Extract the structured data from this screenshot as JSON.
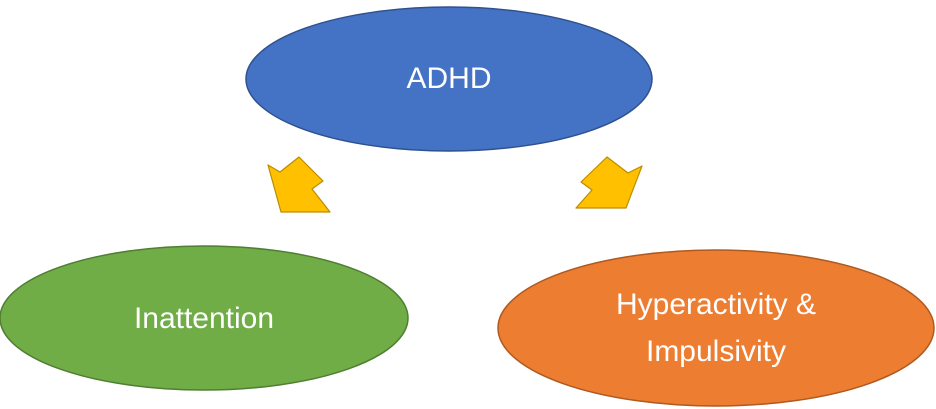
{
  "nodes": {
    "root": {
      "label": "ADHD",
      "color": "#4472C4",
      "border": "#2F528F"
    },
    "left": {
      "label": "Inattention",
      "color": "#70AD47",
      "border": "#507E32"
    },
    "right": {
      "label_line1": "Hyperactivity &",
      "label_line2": "Impulsivity",
      "color": "#ED7D31",
      "border": "#AE5A21"
    }
  },
  "arrows": {
    "color": "#FFC000",
    "border": "#BC8C00",
    "icon": "down-arrow-icon"
  }
}
